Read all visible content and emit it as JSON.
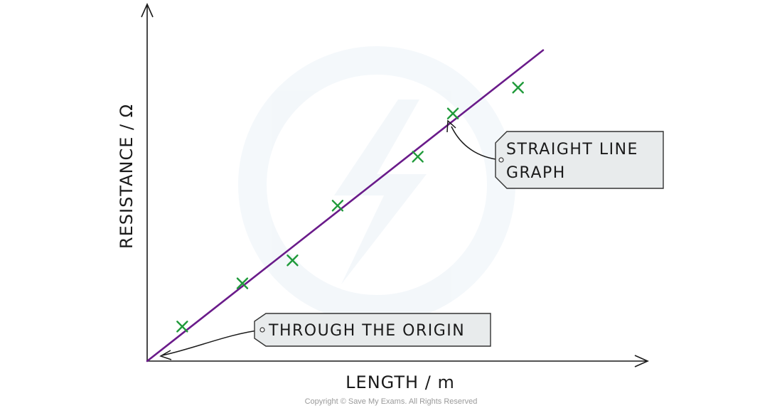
{
  "chart_data": {
    "type": "scatter",
    "xlabel": "LENGTH / m",
    "ylabel": "RESISTANCE / Ω",
    "xlim": [
      0,
      10
    ],
    "ylim": [
      0,
      10
    ],
    "points": [
      {
        "x": 0.7,
        "y": 1.2
      },
      {
        "x": 1.9,
        "y": 2.7
      },
      {
        "x": 2.9,
        "y": 3.5
      },
      {
        "x": 3.8,
        "y": 5.4
      },
      {
        "x": 5.4,
        "y": 7.1
      },
      {
        "x": 6.1,
        "y": 8.6
      },
      {
        "x": 7.4,
        "y": 9.5
      }
    ],
    "fit_line": {
      "x0": 0,
      "y0": 0,
      "x1": 7.9,
      "y1": 10.8
    },
    "annotations": [
      {
        "lines": [
          "STRAIGHT LINE",
          "GRAPH"
        ]
      },
      {
        "lines": [
          "THROUGH THE ORIGIN"
        ]
      }
    ],
    "grid": false
  },
  "colors": {
    "axis": "#1a1a1a",
    "fit_line": "#6a1b8a",
    "points": "#1f9a3a",
    "tag_fill": "#e8ebec",
    "tag_border": "#333333"
  },
  "footer": {
    "copyright": "Copyright © Save My Exams. All Rights Reserved"
  }
}
